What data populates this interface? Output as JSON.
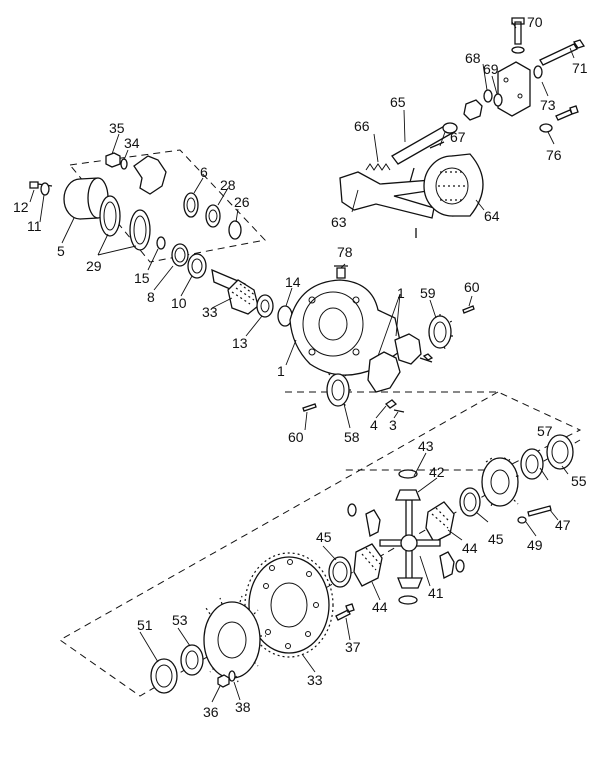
{
  "callouts": {
    "p1": "1",
    "p1b": "1",
    "p3": "3",
    "p4": "4",
    "p5": "5",
    "p6": "6",
    "p8": "8",
    "p10": "10",
    "p11": "11",
    "p12": "12",
    "p13": "13",
    "p14": "14",
    "p15": "15",
    "p26": "26",
    "p28": "28",
    "p29": "29",
    "p33": "33",
    "p33b": "33",
    "p34": "34",
    "p35": "35",
    "p36": "36",
    "p37": "37",
    "p38": "38",
    "p41": "41",
    "p42": "42",
    "p43": "43",
    "p44": "44",
    "p44b": "44",
    "p45": "45",
    "p45b": "45",
    "p47": "47",
    "p49": "49",
    "p51": "51",
    "p53": "53",
    "p55": "55",
    "p57": "57",
    "p58": "58",
    "p59": "59",
    "p60": "60",
    "p60b": "60",
    "p63": "63",
    "p64": "64",
    "p65": "65",
    "p66": "66",
    "p67": "67",
    "p68": "68",
    "p69": "69",
    "p70": "70",
    "p71": "71",
    "p73": "73",
    "p76": "76",
    "p78": "78"
  }
}
